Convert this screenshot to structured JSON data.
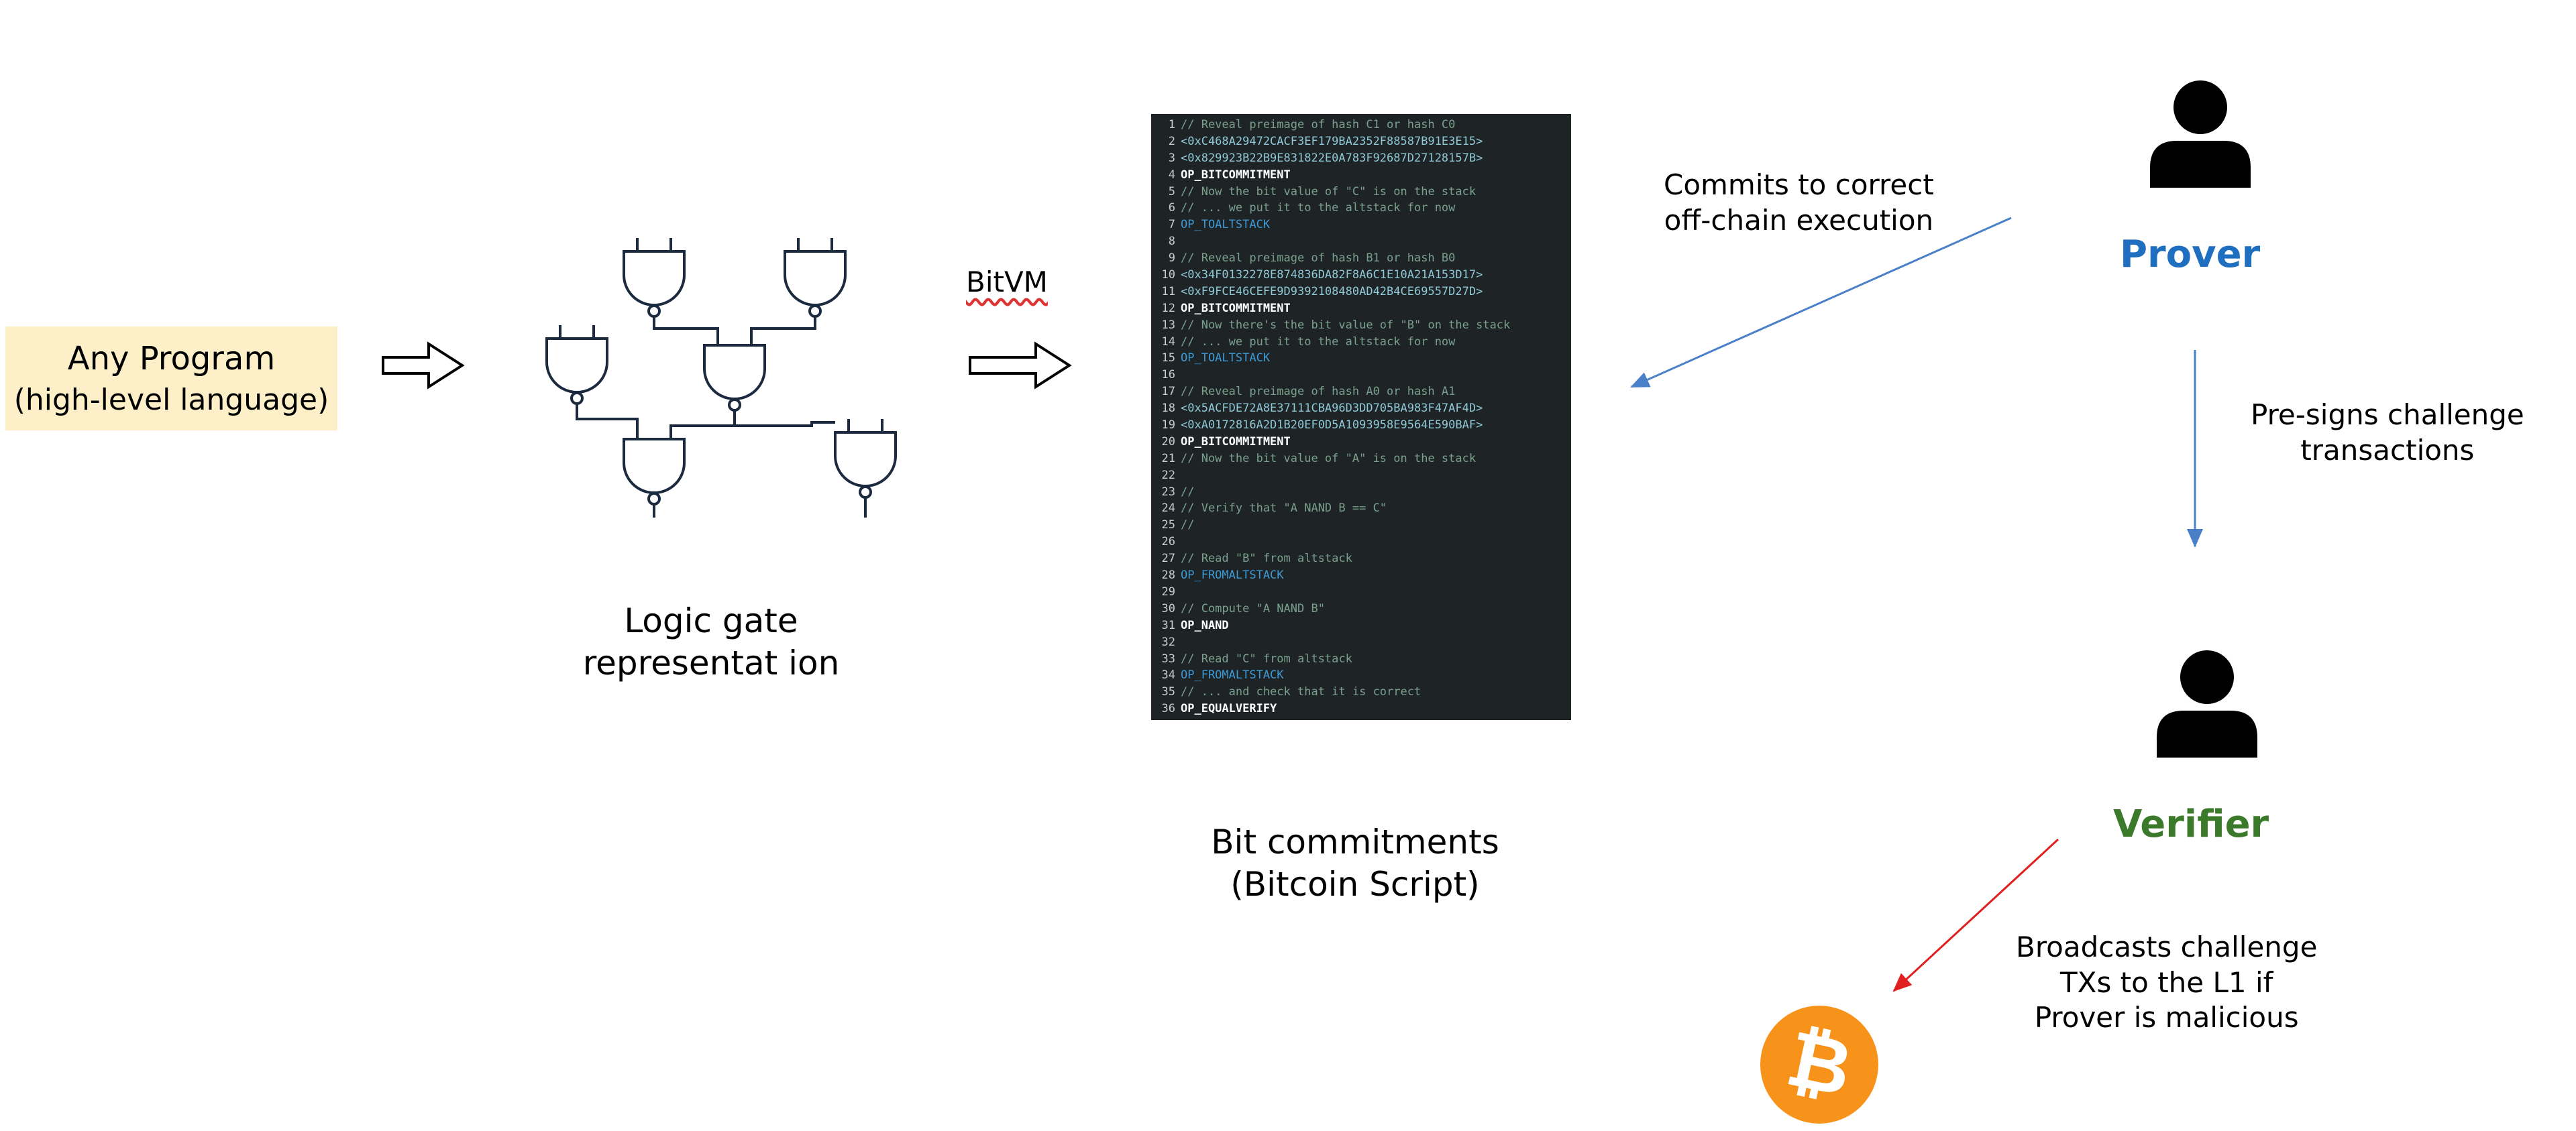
{
  "any_program": {
    "line1": "Any Program",
    "line2": "(high-level language)"
  },
  "bitvm_label": "BitVM",
  "logic_label": "Logic gate representat ion",
  "code_lines": [
    {
      "n": "1",
      "text": "// Reveal preimage of hash C1 or hash C0",
      "kind": "comment"
    },
    {
      "n": "2",
      "text": "<0xC468A29472CACF3EF179BA2352F88587B91E3E15>",
      "kind": "hex"
    },
    {
      "n": "3",
      "text": "<0x829923B22B9E831822E0A783F92687D27128157B>",
      "kind": "hex"
    },
    {
      "n": "4",
      "text": "OP_BITCOMMITMENT",
      "kind": "op"
    },
    {
      "n": "5",
      "text": "// Now the bit value of \"C\" is on the stack",
      "kind": "comment"
    },
    {
      "n": "6",
      "text": "// ... we put it to the altstack for now",
      "kind": "comment"
    },
    {
      "n": "7",
      "text": "OP_TOALTSTACK",
      "kind": "op-blue"
    },
    {
      "n": "8",
      "text": "",
      "kind": "comment"
    },
    {
      "n": "9",
      "text": "// Reveal preimage of hash B1 or hash B0",
      "kind": "comment"
    },
    {
      "n": "10",
      "text": "<0x34F0132278E874836DA82F8A6C1E10A21A153D17>",
      "kind": "hex"
    },
    {
      "n": "11",
      "text": "<0xF9FCE46CEFE9D9392108480AD42B4CE69557D27D>",
      "kind": "hex"
    },
    {
      "n": "12",
      "text": "OP_BITCOMMITMENT",
      "kind": "op"
    },
    {
      "n": "13",
      "text": "// Now there's the bit value of \"B\" on the stack",
      "kind": "comment"
    },
    {
      "n": "14",
      "text": "// ... we put it to the altstack for now",
      "kind": "comment"
    },
    {
      "n": "15",
      "text": "OP_TOALTSTACK",
      "kind": "op-blue"
    },
    {
      "n": "16",
      "text": "",
      "kind": "comment"
    },
    {
      "n": "17",
      "text": "// Reveal preimage of hash A0 or hash A1",
      "kind": "comment"
    },
    {
      "n": "18",
      "text": "<0x5ACFDE72A8E37111CBA96D3DD705BA983F47AF4D>",
      "kind": "hex"
    },
    {
      "n": "19",
      "text": "<0xA0172816A2D1B20EF0D5A1093958E9564E590BAF>",
      "kind": "hex"
    },
    {
      "n": "20",
      "text": "OP_BITCOMMITMENT",
      "kind": "op"
    },
    {
      "n": "21",
      "text": "// Now the bit value of \"A\" is on the stack",
      "kind": "comment"
    },
    {
      "n": "22",
      "text": "",
      "kind": "comment"
    },
    {
      "n": "23",
      "text": "//",
      "kind": "comment"
    },
    {
      "n": "24",
      "text": "// Verify that \"A NAND B == C\"",
      "kind": "comment"
    },
    {
      "n": "25",
      "text": "//",
      "kind": "comment"
    },
    {
      "n": "26",
      "text": "",
      "kind": "comment"
    },
    {
      "n": "27",
      "text": "// Read \"B\" from altstack",
      "kind": "comment"
    },
    {
      "n": "28",
      "text": "OP_FROMALTSTACK",
      "kind": "op-blue"
    },
    {
      "n": "29",
      "text": "",
      "kind": "comment"
    },
    {
      "n": "30",
      "text": "// Compute \"A NAND B\"",
      "kind": "comment"
    },
    {
      "n": "31",
      "text": "OP_NAND",
      "kind": "op"
    },
    {
      "n": "32",
      "text": "",
      "kind": "comment"
    },
    {
      "n": "33",
      "text": "// Read \"C\" from altstack",
      "kind": "comment"
    },
    {
      "n": "34",
      "text": "OP_FROMALTSTACK",
      "kind": "op-blue"
    },
    {
      "n": "35",
      "text": "// ... and check that it is correct",
      "kind": "comment"
    },
    {
      "n": "36",
      "text": "OP_EQUALVERIFY",
      "kind": "op"
    }
  ],
  "bitcommit_label": "Bit commitments (Bitcoin Script)",
  "commits_label": {
    "line1": "Commits to correct",
    "line2": "off-chain execution"
  },
  "prover_label": "Prover",
  "presigns_label": {
    "line1": "Pre-signs challenge",
    "line2": "transactions"
  },
  "verifier_label": "Verifier",
  "broadcasts_label": {
    "line1": "Broadcasts challenge",
    "line2": "TXs to the L1 if",
    "line3": "Prover is malicious"
  },
  "icons": {
    "person": "person-icon",
    "bitcoin": "bitcoin-logo-icon",
    "bitcoin_symbol": "₿"
  },
  "colors": {
    "prover": "#1f6fc0",
    "verifier": "#3b7a2a",
    "bitcoin": "#f7931a",
    "arrow_blue": "#4a80c8",
    "arrow_red": "#e02020",
    "program_box": "#fdefc7"
  }
}
